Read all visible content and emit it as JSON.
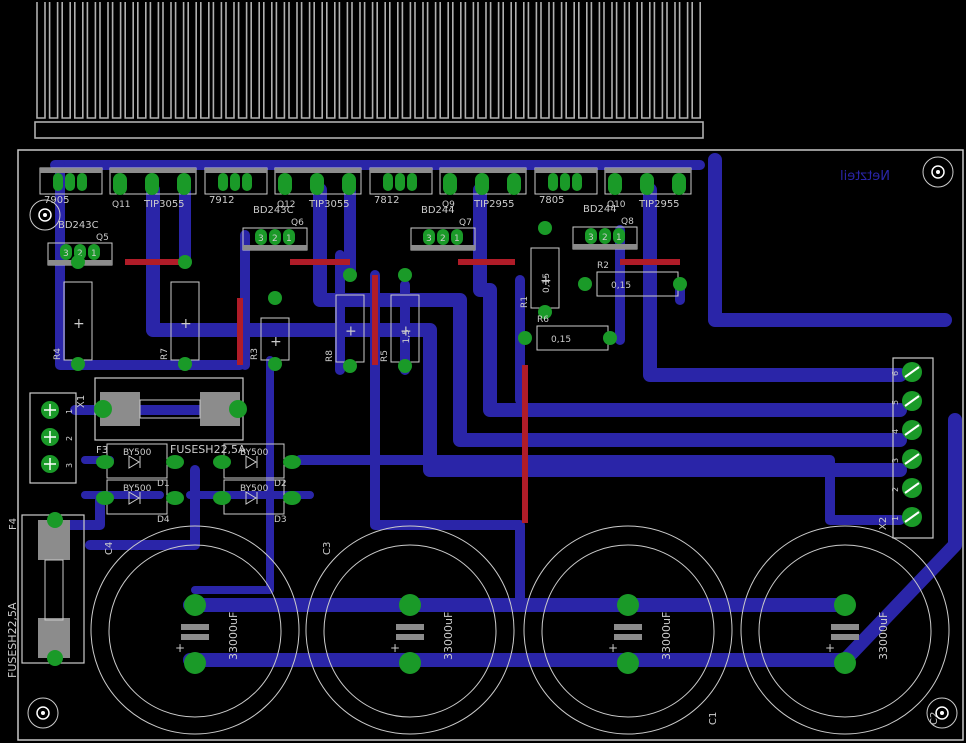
{
  "board": {
    "title": "Netzteil",
    "colors": {
      "background": "#000000",
      "outline": "#c8c8c8",
      "copper_bottom": "#2a25a8",
      "copper_top": "#b01c28",
      "pad": "#1a9a28",
      "silkscreen": "#cccccc",
      "package": "#8c8c8c"
    }
  },
  "transistors": [
    {
      "name": "Q11",
      "value": "TIP3055"
    },
    {
      "name": "Q12",
      "value": "TIP3055"
    },
    {
      "name": "Q9",
      "value": "TIP2955"
    },
    {
      "name": "Q10",
      "value": "TIP2955"
    },
    {
      "name": "Q5",
      "value": "BD243C"
    },
    {
      "name": "Q6",
      "value": "BD243C"
    },
    {
      "name": "Q7",
      "value": "BD244"
    },
    {
      "name": "Q8",
      "value": "BD244"
    }
  ],
  "regulators": [
    "7905",
    "7912",
    "7812",
    "7805"
  ],
  "resistors": [
    {
      "name": "R4",
      "value": ""
    },
    {
      "name": "R7",
      "value": ""
    },
    {
      "name": "R3",
      "value": ""
    },
    {
      "name": "R8",
      "value": ""
    },
    {
      "name": "R5",
      "value": "1,5"
    },
    {
      "name": "R1",
      "value": "0,15"
    },
    {
      "name": "R2",
      "value": "0,15"
    },
    {
      "name": "R6",
      "value": "0,15"
    }
  ],
  "diodes": [
    {
      "name": "D1",
      "value": "BY500"
    },
    {
      "name": "D2",
      "value": "BY500"
    },
    {
      "name": "D3",
      "value": "BY500"
    },
    {
      "name": "D4",
      "value": "BY500"
    }
  ],
  "capacitors": [
    {
      "name": "C4",
      "value": "33000uF"
    },
    {
      "name": "C3",
      "value": "33000uF"
    },
    {
      "name": "C2",
      "value": "33000uF"
    },
    {
      "name": "C1",
      "value": "33000uF"
    }
  ],
  "fuses": [
    {
      "name": "F3",
      "value": "FUSESH22,5A"
    },
    {
      "name": "F4",
      "value": "FUSESH22,5A"
    }
  ],
  "connectors": {
    "X1": {
      "name": "X1",
      "pins": [
        "1",
        "2",
        "3"
      ]
    },
    "X2": {
      "name": "X2",
      "pins": [
        "6",
        "5",
        "4",
        "3",
        "2",
        "1"
      ]
    }
  },
  "pin_numbers": [
    "3",
    "2",
    "1"
  ]
}
